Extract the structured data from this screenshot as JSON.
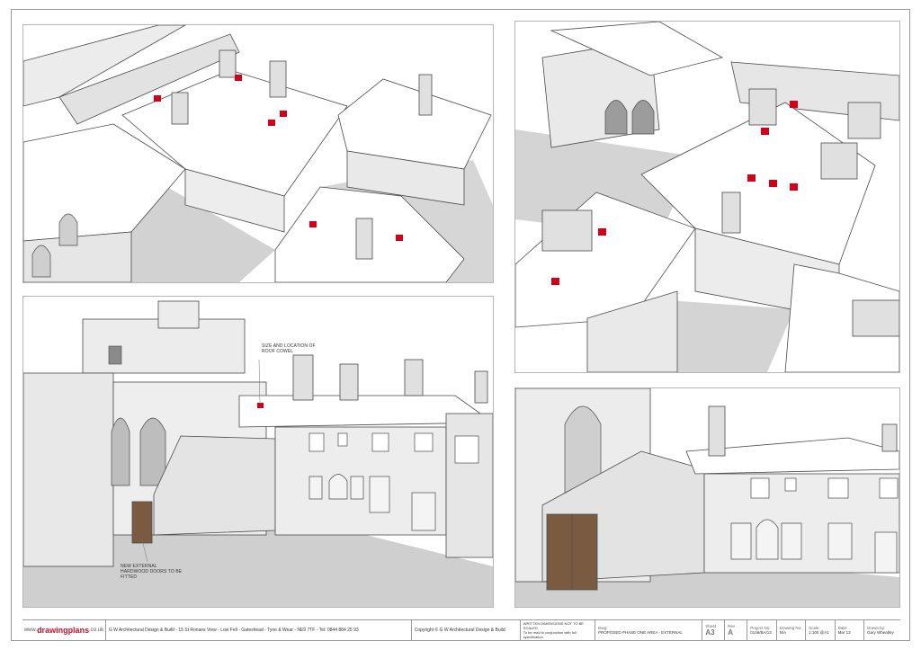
{
  "annotations": {
    "roof_cowl": "SIZE AND LOCATION OF ROOF COWEL",
    "doors": "NEW EXTERNAL HARDWOOD DOORS TO BE FITTED"
  },
  "title_block": {
    "logo_prefix": "www.",
    "logo_brand": "drawingplans",
    "logo_suffix": ".co.uk",
    "address": "G W Architectural Design & Build - 15 St Ronans View - Low Fell - Gateshead - Tyne & Wear - NE9 7TF - Tel: 0844 884 25 93",
    "copyright": "Copyright © G W Architectural Design & Build",
    "note_line1": "WRITTEN DIMENSIONS NOT TO BE SCALED",
    "note_line2": "To be read in conjunction with full specification",
    "dwg_label": "Dwg:",
    "dwg_value": "PROPOSED PHASE ONE AREA - EXTERNAL",
    "sheet_label": "Sheet",
    "sheet_value": "A3",
    "rev_label": "Rev",
    "rev_value": "A",
    "project_label": "Project No:",
    "project_value": "0146/BA/13",
    "drawing_label": "Drawing No:",
    "drawing_value": "N/A",
    "scale_label": "Scale:",
    "scale_value": "1:100 @A1",
    "date_label": "Date:",
    "date_value": "Mar 13",
    "drawn_label": "Drawn by:",
    "drawn_value": "Gary Wheatley"
  },
  "colors": {
    "cowl_red": "#d0021b",
    "door_brown": "#7a5a40",
    "shadow_grey": "#cfcfcf",
    "wall_light": "#e9e9e9",
    "line": "#4a4a4a"
  }
}
